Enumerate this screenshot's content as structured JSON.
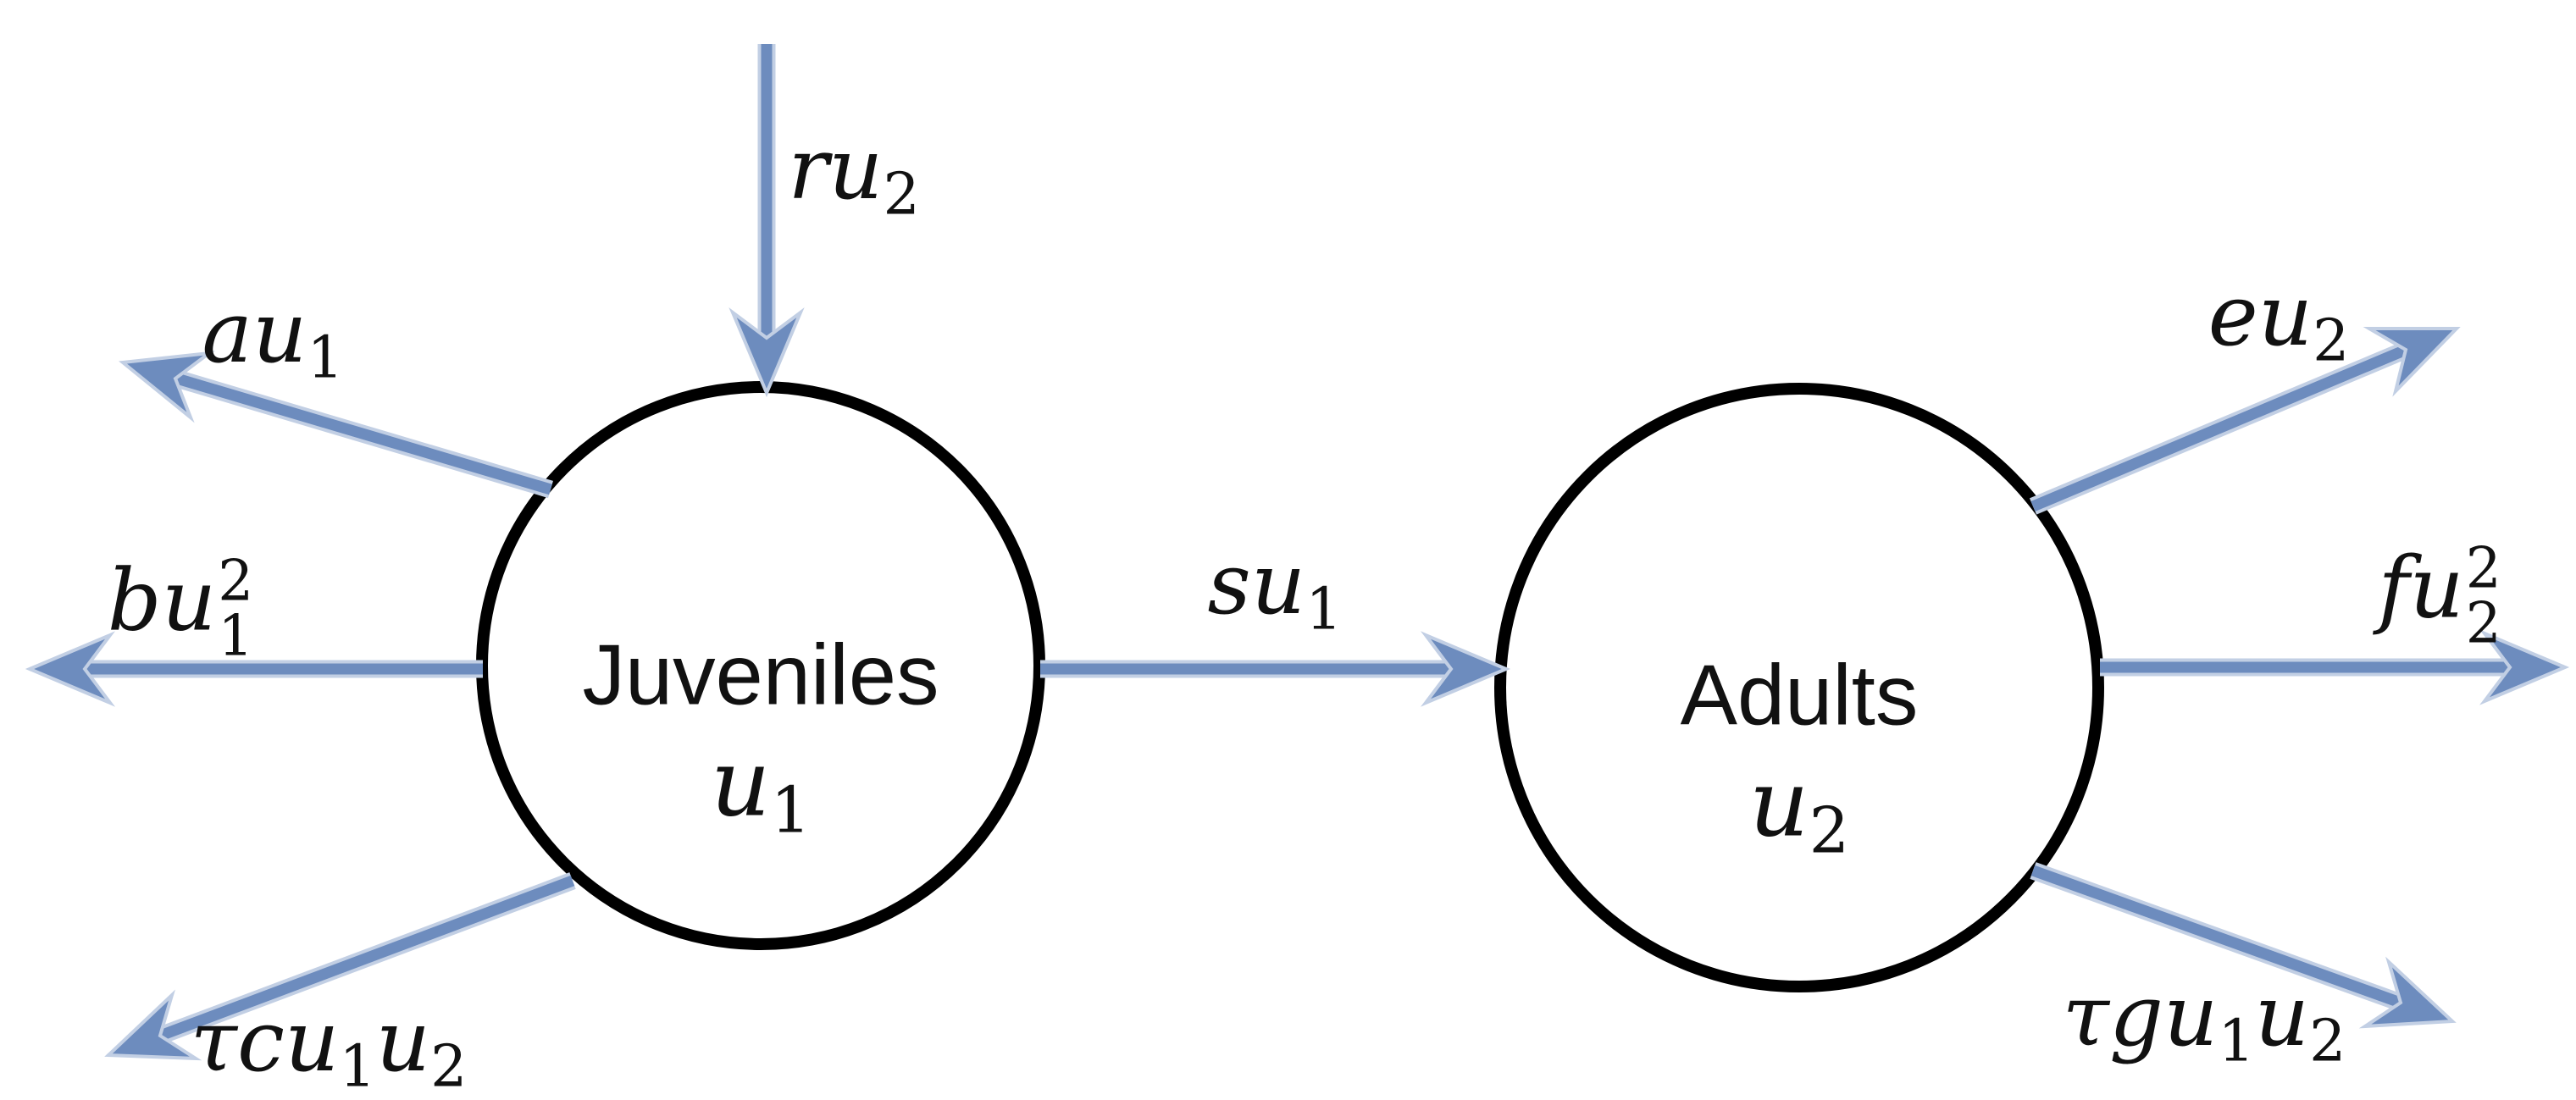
{
  "diagram": {
    "nodes": {
      "juveniles": {
        "name": "Juveniles",
        "symbol": "u₁",
        "symbol_base": "u",
        "symbol_sub": "1"
      },
      "adults": {
        "name": "Adults",
        "symbol": "u₂",
        "symbol_base": "u",
        "symbol_sub": "2"
      }
    },
    "flows": {
      "ru2": {
        "text": "ru₂",
        "base": "ru",
        "sub": "2"
      },
      "au1": {
        "text": "au₁",
        "base": "au",
        "sub": "1"
      },
      "bu12": {
        "text": "bu₁²",
        "base": "bu",
        "sup": "2",
        "sub": "1"
      },
      "tcu1u2": {
        "text": "τcu₁u₂",
        "base1": "τcu",
        "sub1": "1",
        "base2": "u",
        "sub2": "2"
      },
      "su1": {
        "text": "su₁",
        "base": "su",
        "sub": "1"
      },
      "eu2": {
        "text": "eu₂",
        "base": "eu",
        "sub": "2"
      },
      "fu22": {
        "text": "fu₂²",
        "base": "fu",
        "sup": "2",
        "sub": "2"
      },
      "tgu1u2": {
        "text": "τgu₁u₂",
        "base1": "τgu",
        "sub1": "1",
        "base2": "u",
        "sub2": "2"
      }
    },
    "colors": {
      "arrow": "#6D8CBE",
      "arrow_halo": "#C2CFE4",
      "node_border": "#000000",
      "node_fill": "#FFFFFF",
      "text": "#111111",
      "background": "#FFFFFF"
    }
  }
}
